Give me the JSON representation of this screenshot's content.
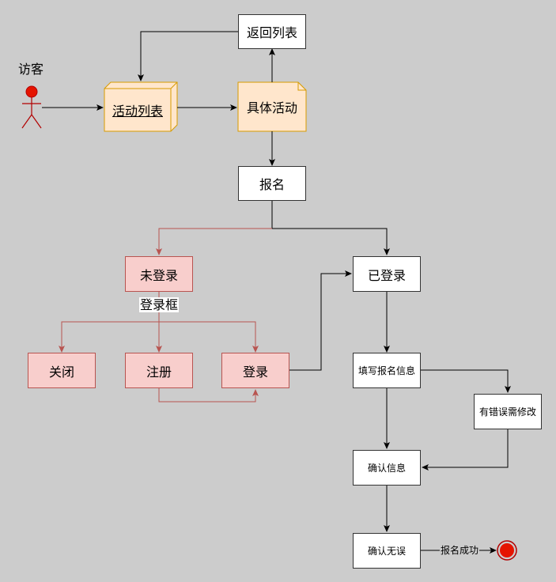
{
  "actor": {
    "label": "访客"
  },
  "nodes": {
    "activity_list": "活动列表",
    "specific_activity": "具体活动",
    "back_to_list": "返回列表",
    "signup": "报名",
    "not_logged_in": "未登录",
    "login_box_label": "登录框",
    "logged_in": "已登录",
    "close": "关闭",
    "register": "注册",
    "login": "登录",
    "fill_info": "填写报名信息",
    "has_errors": "有错误需修改",
    "confirm_info": "确认信息",
    "confirm_ok": "确认无误"
  },
  "edges": {
    "signup_success": "报名成功"
  },
  "colors": {
    "background": "#cccccc",
    "note_fill": "#ffe6cc",
    "note_stroke": "#d79b00",
    "pink_fill": "#f8cecc",
    "pink_stroke": "#b85450",
    "actor": "#e51400",
    "end_state": "#e51400"
  }
}
